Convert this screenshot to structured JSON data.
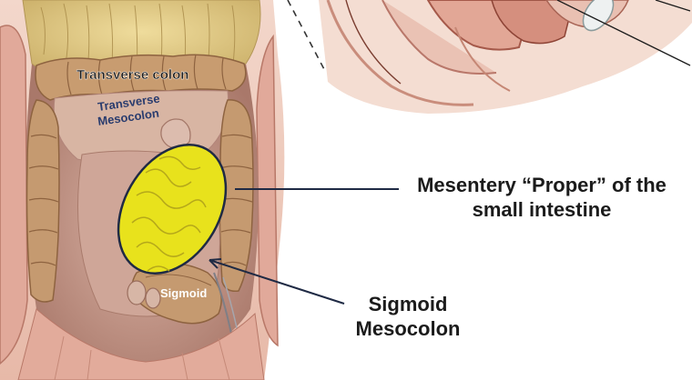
{
  "labels": {
    "transverse_colon": "Transverse colon",
    "transverse_mesocolon_line1": "Transverse",
    "transverse_mesocolon_line2": "Mesocolon",
    "sigmoid": "Sigmoid"
  },
  "callouts": {
    "mesentery_line1": "Mesentery “Proper” of the",
    "mesentery_line2": "small intestine",
    "sigmoid_line1": "Sigmoid",
    "sigmoid_line2": "Mesocolon"
  },
  "colors": {
    "highlight_fill": "#e8e21c",
    "highlight_outline": "#1f2a44",
    "leader_line": "#1f2a44",
    "tissue_pink": "#e9c2b6",
    "colon_tan": "#c9a276",
    "fat_yellow": "#e6cf8a"
  }
}
